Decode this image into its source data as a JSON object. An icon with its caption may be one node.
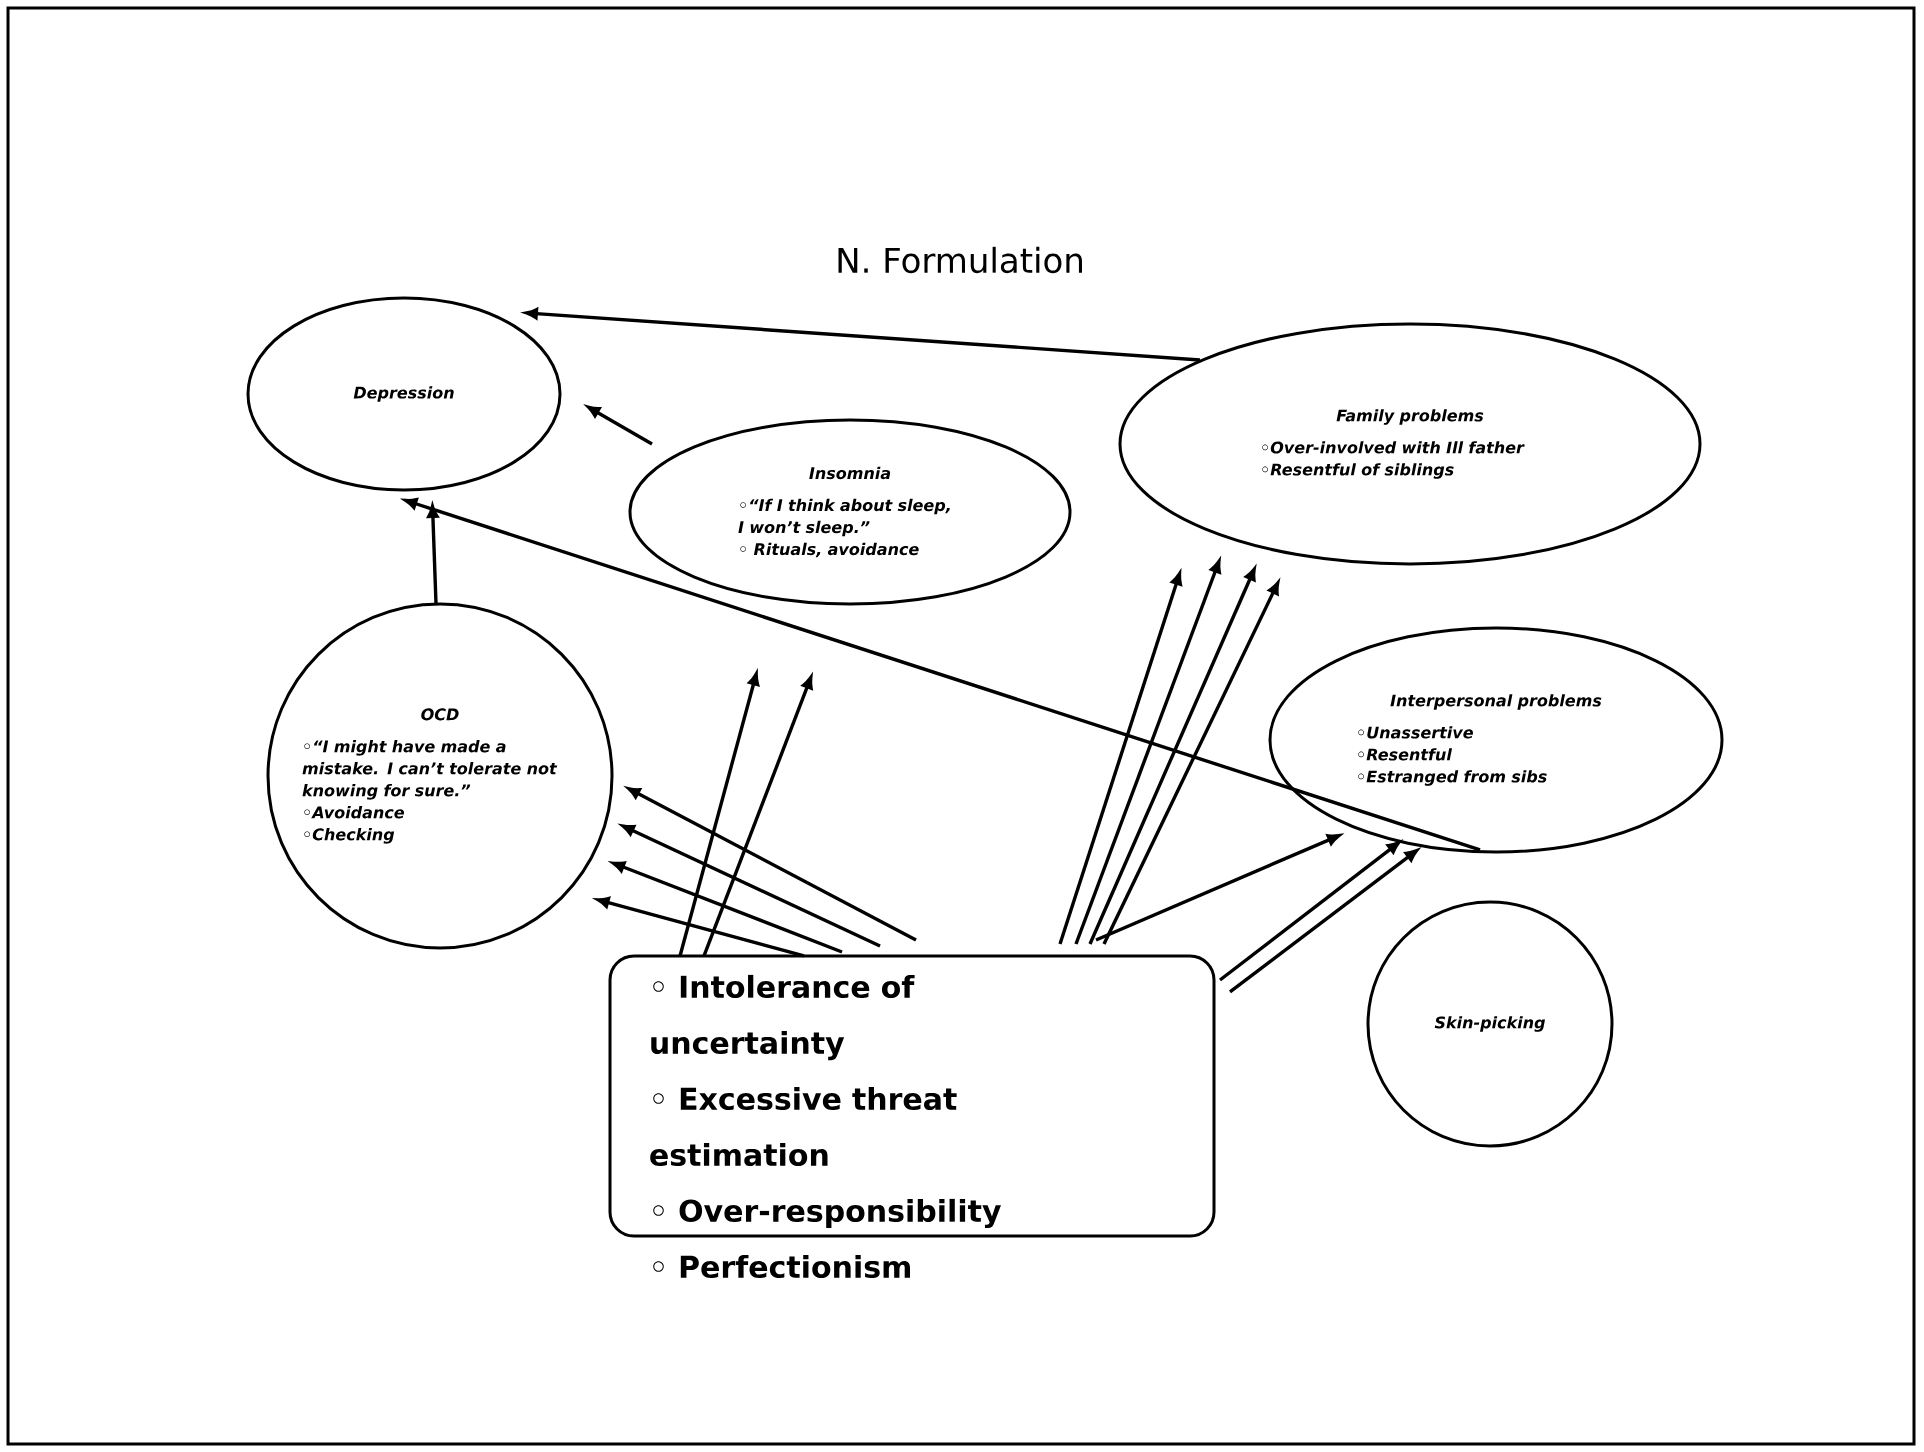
{
  "diagram": {
    "title": "N. Formulation",
    "nodes": [
      {
        "text": [
          "Depression"
        ]
      },
      {
        "text": [
          "Insomnia",
          "◦“If I think about sleep, I won’t sleep.”",
          "◦ Rituals, avoidance"
        ]
      },
      {
        "text": [
          "Family problems",
          "◦Over-involved with Ill father",
          "◦Resentful of siblings"
        ]
      },
      {
        "text": [
          "OCD",
          "◦“I might have made a mistake. I can’t tolerate not knowing for sure.”",
          "◦Avoidance",
          "◦Checking"
        ]
      },
      {
        "text": [
          "Interpersonal problems",
          "◦Unassertive",
          "◦Resentful",
          "◦Estranged from sibs"
        ]
      },
      {
        "text": [
          "◦ Intolerance of uncertainty",
          "◦ Excessive threat estimation",
          "◦ Over-responsibility",
          "◦ Perfectionism"
        ]
      },
      {
        "text": [
          "Skin-picking"
        ]
      }
    ],
    "edges": [
      {
        "from": 2,
        "to": 0,
        "arrow": "to"
      },
      {
        "from": 1,
        "to": 0,
        "arrow": "to"
      },
      {
        "from": 3,
        "to": 0,
        "arrow": "to"
      },
      {
        "from": 4,
        "to": 0,
        "arrow": "to"
      },
      {
        "from": 5,
        "to": 3,
        "arrow": "to"
      },
      {
        "from": 5,
        "to": 3,
        "arrow": "to"
      },
      {
        "from": 5,
        "to": 3,
        "arrow": "to"
      },
      {
        "from": 5,
        "to": 3,
        "arrow": "to"
      },
      {
        "from": 5,
        "to": 1,
        "arrow": "to"
      },
      {
        "from": 5,
        "to": 1,
        "arrow": "to"
      },
      {
        "from": 5,
        "to": 2,
        "arrow": "to"
      },
      {
        "from": 5,
        "to": 2,
        "arrow": "to"
      },
      {
        "from": 5,
        "to": 2,
        "arrow": "to"
      },
      {
        "from": 5,
        "to": 2,
        "arrow": "to"
      },
      {
        "from": 5,
        "to": 4,
        "arrow": "to"
      },
      {
        "from": 5,
        "to": 4,
        "arrow": "to"
      },
      {
        "from": 5,
        "to": 4,
        "arrow": "to"
      }
    ]
  }
}
